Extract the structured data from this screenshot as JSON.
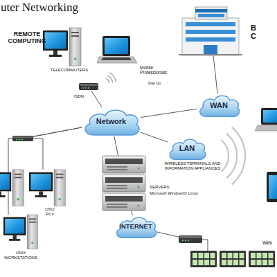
{
  "diagram": {
    "title": "uter Networking",
    "nodes": [
      {
        "text": [
          "TELECOMMUTERS"
        ]
      },
      {
        "text": [
          "Mobile Professionals"
        ]
      },
      {
        "text": [
          "ISDN"
        ]
      },
      {
        "text": [
          "Network"
        ]
      },
      {
        "text": [
          "WAN"
        ]
      },
      {
        "text": [
          "B C"
        ]
      },
      {
        "text": [
          "LAN"
        ]
      },
      {
        "text": [
          "SERVERS",
          "Microsoft WindowOr Linux"
        ]
      },
      {
        "text": [
          "INTERNET"
        ]
      },
      {
        "text": [
          "OS\\2 PCs"
        ]
      },
      {
        "text": [
          "UNIX WORKSTATIONS"
        ]
      },
      {
        "text": [
          "Web"
        ]
      }
    ],
    "edges": [
      {
        "from": 3,
        "to": 2,
        "arrow": "none"
      },
      {
        "from": 3,
        "to": 4,
        "arrow": "none"
      },
      {
        "from": 4,
        "to": 5,
        "arrow": "none"
      },
      {
        "from": 3,
        "to": 6,
        "arrow": "none"
      },
      {
        "from": 3,
        "to": 7,
        "arrow": "none"
      },
      {
        "from": 3,
        "to": 9,
        "arrow": "none"
      },
      {
        "from": 3,
        "to": 10,
        "arrow": "none"
      },
      {
        "from": 7,
        "to": 8,
        "arrow": "none"
      },
      {
        "from": 8,
        "to": 11,
        "arrow": "none"
      }
    ],
    "labels": [
      "REMOTE COMPUTING",
      "Dial Up",
      "WIRELESS TERMINALS AND INFORMATION APPLIANCES"
    ]
  }
}
